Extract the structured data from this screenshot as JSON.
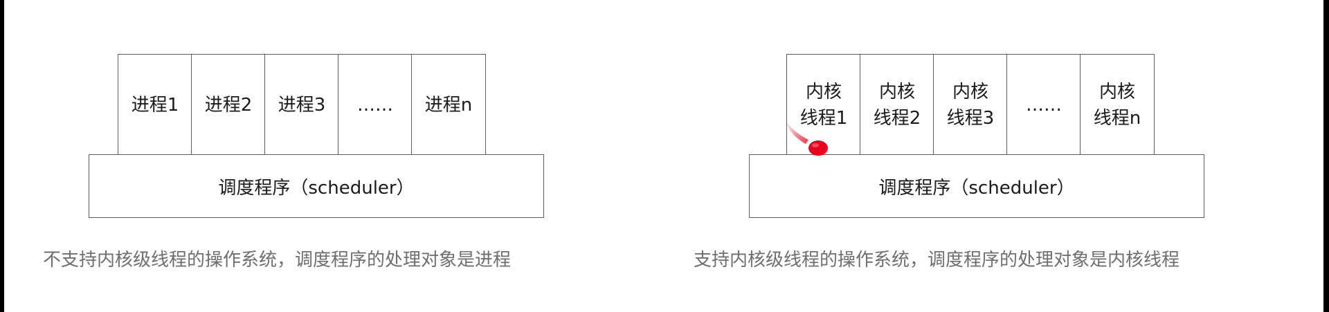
{
  "left_diagram": {
    "cells": [
      "进程1",
      "进程2",
      "进程3",
      "……",
      "进程n"
    ],
    "base_label": "调度程序（scheduler）",
    "caption": "不支持内核级线程的操作系统，调度程序的处理对象是进程"
  },
  "right_diagram": {
    "cells": [
      "内核\n线程1",
      "内核\n线程2",
      "内核\n线程3",
      "……",
      "内核\n线程n"
    ],
    "base_label": "调度程序（scheduler）",
    "caption": "支持内核级线程的操作系统，调度程序的处理对象是内核线程"
  },
  "colors": {
    "background": "#ffffff",
    "border": "#5a5a5a",
    "caption_text": "#6e6e6e",
    "pointer": "#e8001c"
  }
}
